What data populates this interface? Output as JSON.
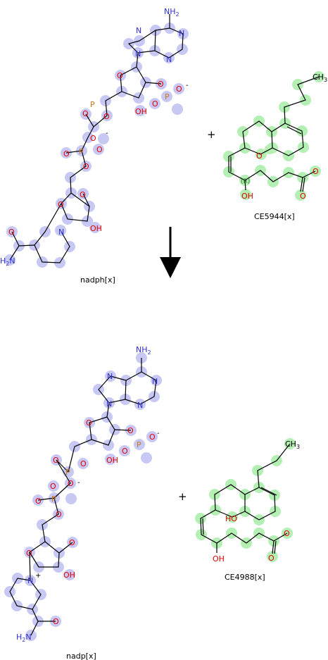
{
  "reaction": {
    "top_left_caption": "nadph[x]",
    "top_right_caption": "CE5944[x]",
    "bottom_left_caption": "nadp[x]",
    "bottom_right_caption": "CE4988[x]",
    "plus_sign": "+",
    "charge_minus": "-",
    "charge_plus": "+"
  },
  "atoms": {
    "nh2": "NH",
    "nh2_sub": "2",
    "h2n": "H",
    "h2n_n": "N",
    "h2n_sub": "2",
    "ch3": "CH",
    "ch3_sub": "3",
    "oh": "OH",
    "ho": "HO",
    "n": "N",
    "o": "O",
    "p": "P",
    "r": "(R)"
  },
  "colors": {
    "nadp_highlight": "#c8c8f5",
    "substrate_highlight": "#b4f0b4",
    "nitrogen": "#3030d0",
    "oxygen": "#e00000",
    "phosphorus": "#c87a1e",
    "bond": "#000000"
  }
}
